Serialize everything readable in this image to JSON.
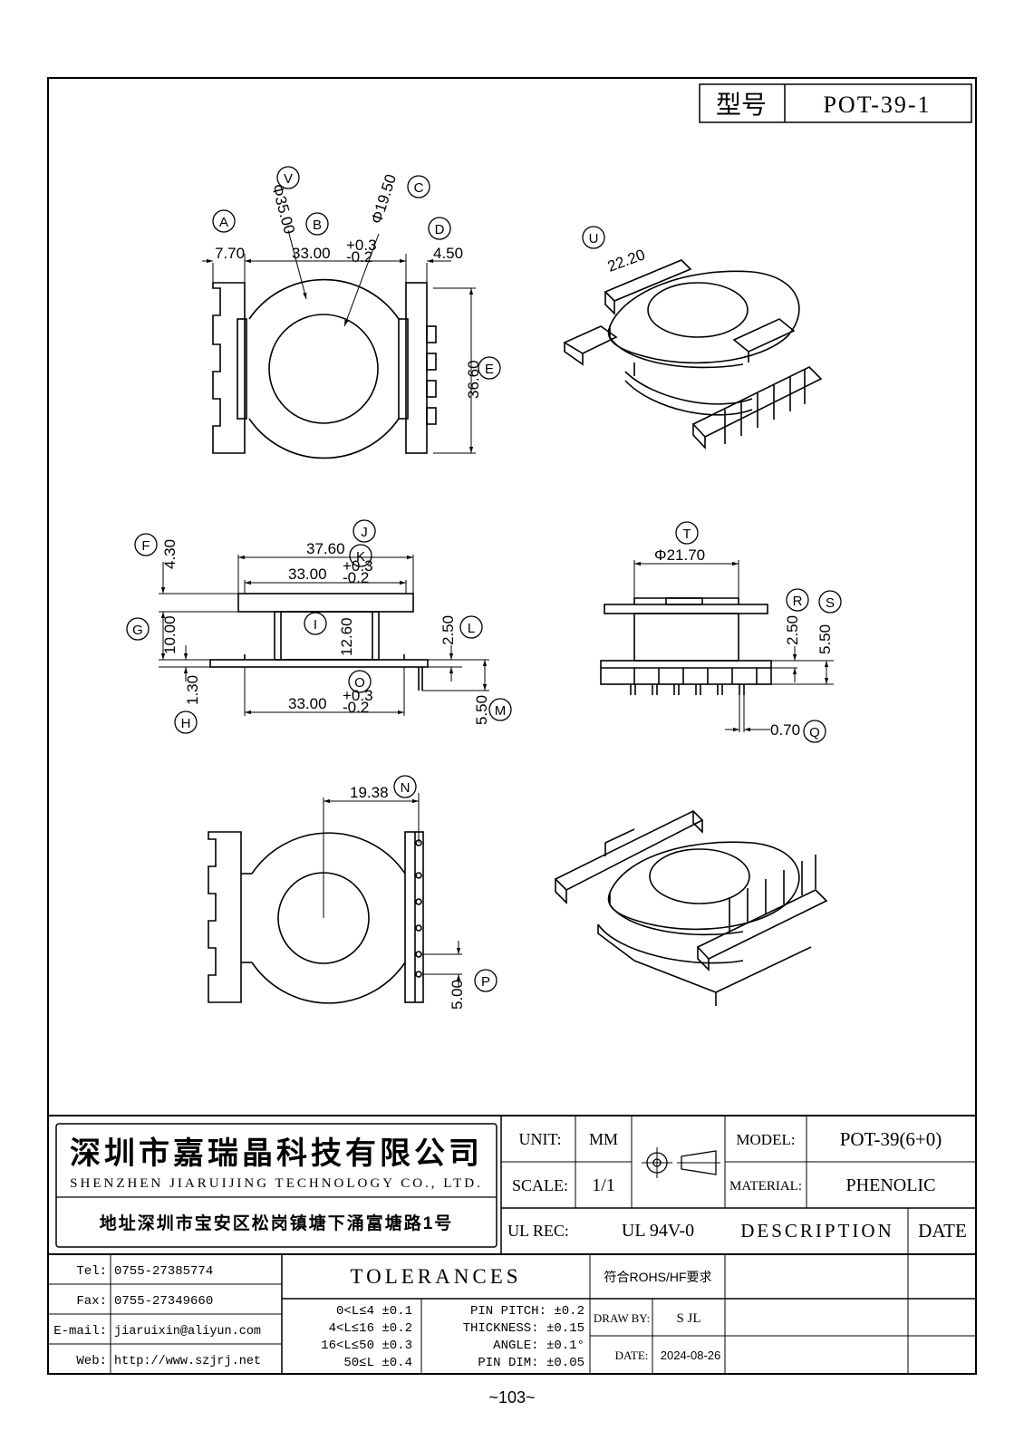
{
  "header": {
    "model_label": "型号",
    "model_value": "POT-39-1"
  },
  "view_top": {
    "labels": [
      "A",
      "B",
      "C",
      "D",
      "E",
      "V",
      "U"
    ],
    "dims": {
      "a": "7.70",
      "b": "33.00",
      "b_tol_top": "+0.3",
      "b_tol_bot": "-0.2",
      "c": "Φ19.50",
      "v": "Φ35.00",
      "d": "4.50",
      "e": "36.60",
      "u": "22.20"
    }
  },
  "view_side": {
    "labels": [
      "F",
      "G",
      "H",
      "I",
      "J",
      "K",
      "L",
      "M",
      "O",
      "R",
      "S",
      "T",
      "Q"
    ],
    "dims": {
      "f": "4.30",
      "g": "10.00",
      "h": "1.30",
      "i": "12.60",
      "j": "37.60",
      "k": "33.00",
      "k_tol_top": "+0.3",
      "k_tol_bot": "-0.2",
      "o": "33.00",
      "o_tol_top": "+0.3",
      "o_tol_bot": "-0.2",
      "l": "2.50",
      "m": "5.50",
      "t": "Φ21.70",
      "r": "2.50",
      "s": "5.50",
      "q": "0.70"
    }
  },
  "view_bottom": {
    "labels": [
      "N",
      "P"
    ],
    "dims": {
      "n": "19.38",
      "p": "5.00"
    }
  },
  "title_block": {
    "company_cn": "深圳市嘉瑞晶科技有限公司",
    "company_en": "SHENZHEN JIARUIJING TECHNOLOGY CO., LTD.",
    "address": "地址深圳市宝安区松岗镇塘下涌富塘路1号",
    "unit_label": "UNIT:",
    "unit_value": "MM",
    "scale_label": "SCALE:",
    "scale_value": "1/1",
    "ulrec_label": "UL REC:",
    "ulrec_value": "UL 94V-0",
    "model_label": "MODEL:",
    "model_value": "POT-39(6+0)",
    "material_label": "MATERIAL:",
    "material_value": "PHENOLIC",
    "description_label": "DESCRIPTION",
    "date_col_label": "DATE",
    "tel_label": "Tel:",
    "tel_value": "0755-27385774",
    "fax_label": "Fax:",
    "fax_value": "0755-27349660",
    "email_label": "E-mail:",
    "email_value": "jiaruixin@aliyun.com",
    "web_label": "Web:",
    "web_value": "http://www.szjrj.net",
    "tolerances_label": "TOLERANCES",
    "rohs": "符合ROHS/HF要求",
    "tol_ranges": [
      "0<L≤4  ±0.1",
      "4<L≤16 ±0.2",
      "16<L≤50 ±0.3",
      "50≤L  ±0.4"
    ],
    "tol_specs": [
      "PIN PITCH: ±0.2",
      "THICKNESS: ±0.15",
      "ANGLE: ±0.1°",
      "PIN DIM: ±0.05"
    ],
    "drawby_label": "DRAW BY:",
    "drawby_value": "S JL",
    "date_label": "DATE:",
    "date_value": "2024-08-26"
  },
  "page_number": "~103~"
}
